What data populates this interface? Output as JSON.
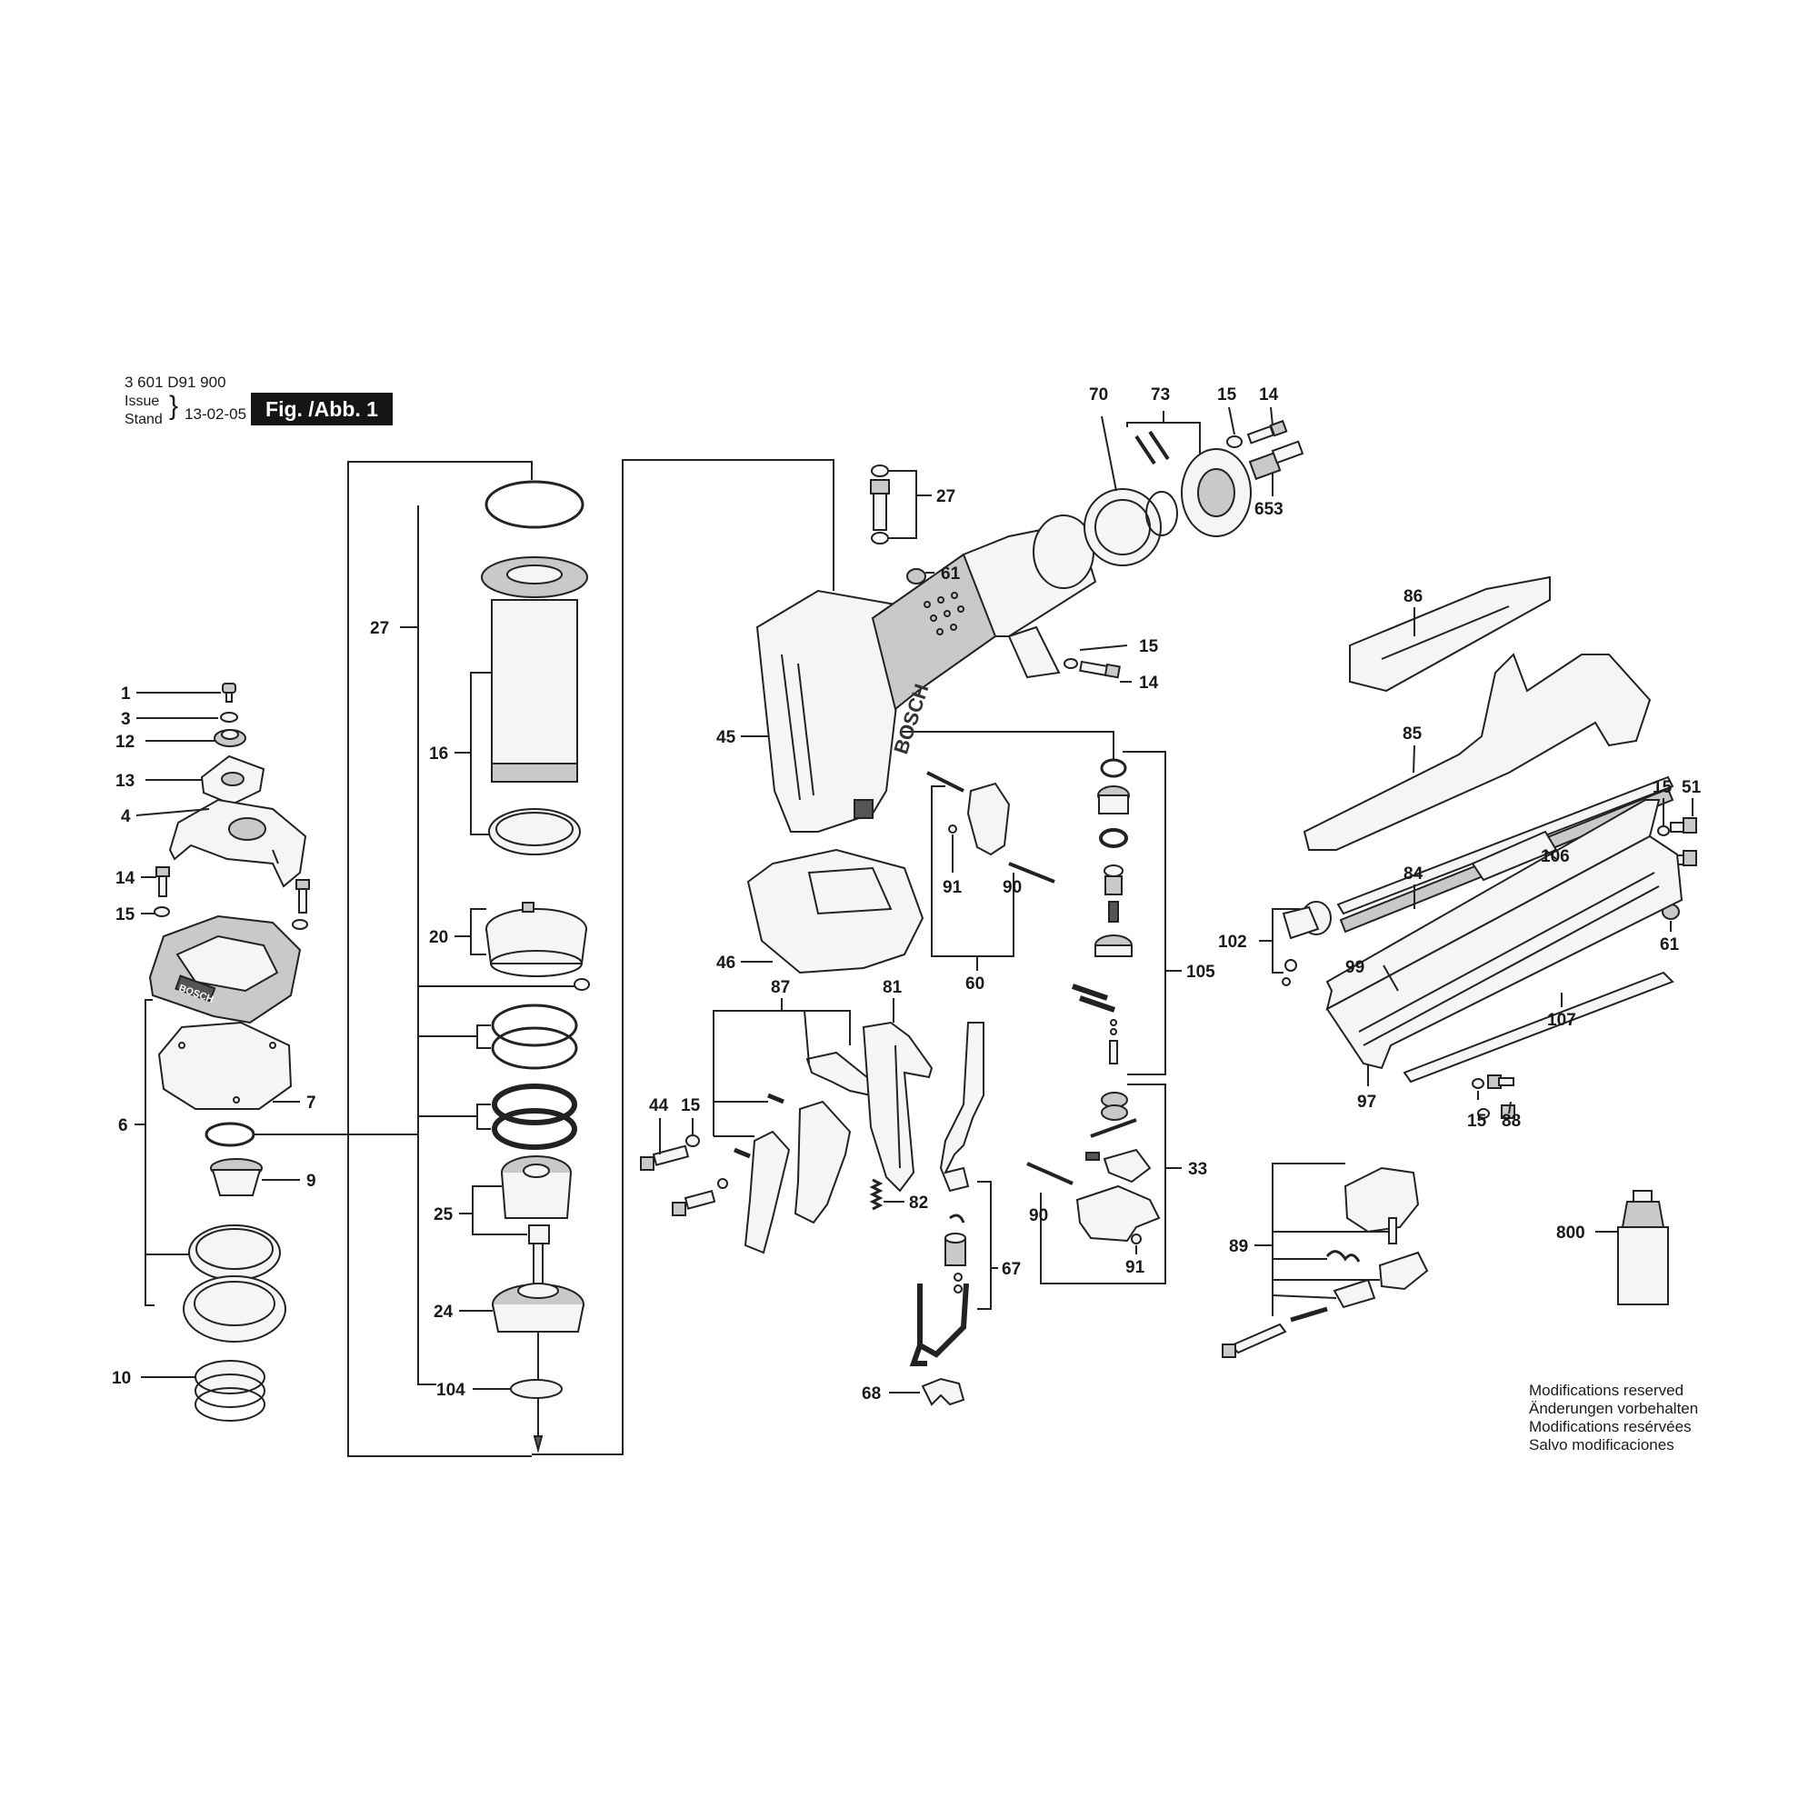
{
  "header": {
    "part_number": "3 601 D91 900",
    "issue_label": "Issue",
    "stand_label": "Stand",
    "issue_date": "13-02-05",
    "figure_label": "Fig. /Abb. 1"
  },
  "brand_marks": [
    "BOSCH"
  ],
  "footer": {
    "lines": [
      "Modifications reserved",
      "Änderungen vorbehalten",
      "Modifications resérvées",
      "Salvo modificaciones"
    ]
  },
  "callouts": {
    "c1": "1",
    "c3": "3",
    "c12": "12",
    "c13": "13",
    "c4": "4",
    "c14a": "14",
    "c15a": "15",
    "c6": "6",
    "c7": "7",
    "c9": "9",
    "c10": "10",
    "c27a": "27",
    "c16": "16",
    "c20": "20",
    "c25": "25",
    "c24": "24",
    "c104": "104",
    "c27b": "27",
    "c61a": "61",
    "c45": "45",
    "c46": "46",
    "c70": "70",
    "c73": "73",
    "c15b": "15",
    "c14b": "14",
    "c653": "653",
    "c15c": "15",
    "c14c": "14",
    "c91a": "91",
    "c90a": "90",
    "c60": "60",
    "c105": "105",
    "c33": "33",
    "c90b": "90",
    "c91b": "91",
    "c87": "87",
    "c81": "81",
    "c44": "44",
    "c15d": "15",
    "c82": "82",
    "c67": "67",
    "c68": "68",
    "c86": "86",
    "c85": "85",
    "c15e": "15",
    "c51": "51",
    "c106": "106",
    "c84": "84",
    "c102": "102",
    "c61b": "61",
    "c99": "99",
    "c107": "107",
    "c97": "97",
    "c15f": "15",
    "c88": "88",
    "c89": "89",
    "c800": "800"
  }
}
